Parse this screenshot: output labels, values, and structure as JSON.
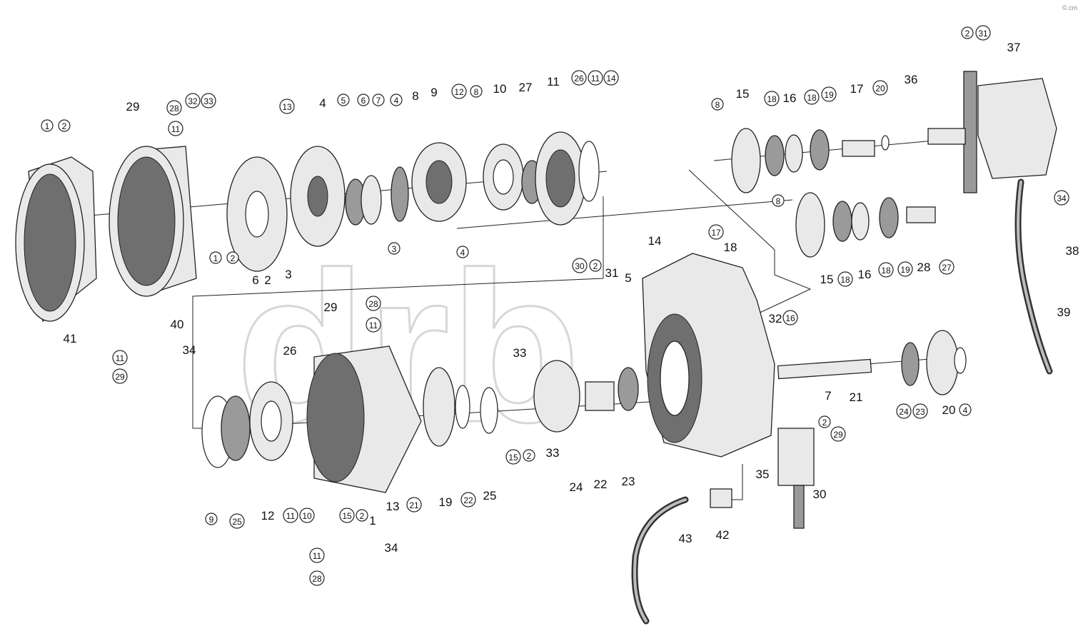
{
  "watermark": {
    "text": "drb",
    "corner_text": "©.cm"
  },
  "parts": {
    "p1": {
      "label": "41"
    },
    "p2": {
      "label": "40"
    },
    "p3": {
      "label": "37"
    },
    "p4": {
      "label": "14"
    },
    "p5": {
      "label": "7"
    },
    "p6": {
      "label": "39"
    },
    "p7": {
      "label": "43"
    }
  },
  "labels": [
    {
      "id": "l_41",
      "text": "41",
      "circled": false
    },
    {
      "id": "l_40",
      "text": "40",
      "circled": false
    },
    {
      "id": "l_29a",
      "text": "29",
      "circled": false
    },
    {
      "id": "l_28a",
      "text": "28",
      "circled": true
    },
    {
      "id": "l_11a",
      "text": "11",
      "circled": true
    },
    {
      "id": "l_32a",
      "text": "32",
      "circled": true
    },
    {
      "id": "l_33a",
      "text": "33",
      "circled": true
    },
    {
      "id": "l_1a",
      "text": "1",
      "circled": true
    },
    {
      "id": "l_2a",
      "text": "2",
      "circled": true
    },
    {
      "id": "l_13a",
      "text": "13",
      "circled": true
    },
    {
      "id": "l_4a",
      "text": "4",
      "circled": false
    },
    {
      "id": "l_5a",
      "text": "5",
      "circled": true
    },
    {
      "id": "l_6a",
      "text": "6",
      "circled": true
    },
    {
      "id": "l_7a",
      "text": "7",
      "circled": true
    },
    {
      "id": "l_4b",
      "text": "4",
      "circled": true
    },
    {
      "id": "l_8a",
      "text": "8",
      "circled": false
    },
    {
      "id": "l_9a",
      "text": "9",
      "circled": false
    },
    {
      "id": "l_12a",
      "text": "12",
      "circled": true
    },
    {
      "id": "l_8b",
      "text": "8",
      "circled": true
    },
    {
      "id": "l_10a",
      "text": "10",
      "circled": false
    },
    {
      "id": "l_27a",
      "text": "27",
      "circled": false
    },
    {
      "id": "l_11b",
      "text": "11",
      "circled": false
    },
    {
      "id": "l_26a",
      "text": "26",
      "circled": true
    },
    {
      "id": "l_11c",
      "text": "11",
      "circled": true
    },
    {
      "id": "l_14a",
      "text": "14",
      "circled": true
    },
    {
      "id": "l_1b",
      "text": "1",
      "circled": true
    },
    {
      "id": "l_2b",
      "text": "2",
      "circled": true
    },
    {
      "id": "l_6b",
      "text": "6",
      "circled": false
    },
    {
      "id": "l_2c",
      "text": "2",
      "circled": false
    },
    {
      "id": "l_3a",
      "text": "3",
      "circled": false
    },
    {
      "id": "l_3b",
      "text": "3",
      "circled": true
    },
    {
      "id": "l_4c",
      "text": "4",
      "circled": true
    },
    {
      "id": "l_8c",
      "text": "8",
      "circled": true
    },
    {
      "id": "l_15a",
      "text": "15",
      "circled": false
    },
    {
      "id": "l_18a",
      "text": "18",
      "circled": true
    },
    {
      "id": "l_16a",
      "text": "16",
      "circled": false
    },
    {
      "id": "l_18b",
      "text": "18",
      "circled": true
    },
    {
      "id": "l_19a",
      "text": "19",
      "circled": true
    },
    {
      "id": "l_17a",
      "text": "17",
      "circled": false
    },
    {
      "id": "l_20a",
      "text": "20",
      "circled": true
    },
    {
      "id": "l_36a",
      "text": "36",
      "circled": false
    },
    {
      "id": "l_2d",
      "text": "2",
      "circled": true
    },
    {
      "id": "l_31a",
      "text": "31",
      "circled": true
    },
    {
      "id": "l_37a",
      "text": "37",
      "circled": false
    },
    {
      "id": "l_34a",
      "text": "34",
      "circled": true
    },
    {
      "id": "l_38a",
      "text": "38",
      "circled": false
    },
    {
      "id": "l_39a",
      "text": "39",
      "circled": false
    },
    {
      "id": "l_8d",
      "text": "8",
      "circled": true
    },
    {
      "id": "l_15b",
      "text": "15",
      "circled": false
    },
    {
      "id": "l_18c",
      "text": "18",
      "circled": true
    },
    {
      "id": "l_16b",
      "text": "16",
      "circled": false
    },
    {
      "id": "l_18d",
      "text": "18",
      "circled": true
    },
    {
      "id": "l_19b",
      "text": "19",
      "circled": true
    },
    {
      "id": "l_28b",
      "text": "28",
      "circled": false
    },
    {
      "id": "l_27b",
      "text": "27",
      "circled": true
    },
    {
      "id": "l_17b",
      "text": "17",
      "circled": true
    },
    {
      "id": "l_18e",
      "text": "18",
      "circled": false
    },
    {
      "id": "l_14b",
      "text": "14",
      "circled": false
    },
    {
      "id": "l_30a",
      "text": "30",
      "circled": true
    },
    {
      "id": "l_2e",
      "text": "2",
      "circled": true
    },
    {
      "id": "l_31b",
      "text": "31",
      "circled": false
    },
    {
      "id": "l_5b",
      "text": "5",
      "circled": false
    },
    {
      "id": "l_32b",
      "text": "32",
      "circled": false
    },
    {
      "id": "l_16c",
      "text": "16",
      "circled": true
    },
    {
      "id": "l_29b",
      "text": "29",
      "circled": false
    },
    {
      "id": "l_28c",
      "text": "28",
      "circled": true
    },
    {
      "id": "l_11d",
      "text": "11",
      "circled": true
    },
    {
      "id": "l_34b",
      "text": "34",
      "circled": false
    },
    {
      "id": "l_11e",
      "text": "11",
      "circled": true
    },
    {
      "id": "l_29c",
      "text": "29",
      "circled": true
    },
    {
      "id": "l_26b",
      "text": "26",
      "circled": false
    },
    {
      "id": "l_33b",
      "text": "33",
      "circled": false
    },
    {
      "id": "l_7b",
      "text": "7",
      "circled": false
    },
    {
      "id": "l_21a",
      "text": "21",
      "circled": false
    },
    {
      "id": "l_24a",
      "text": "24",
      "circled": true
    },
    {
      "id": "l_23a",
      "text": "23",
      "circled": true
    },
    {
      "id": "l_20b",
      "text": "20",
      "circled": false
    },
    {
      "id": "l_4d",
      "text": "4",
      "circled": true
    },
    {
      "id": "l_2f",
      "text": "2",
      "circled": true
    },
    {
      "id": "l_29d",
      "text": "29",
      "circled": true
    },
    {
      "id": "l_15c",
      "text": "15",
      "circled": true
    },
    {
      "id": "l_2g",
      "text": "2",
      "circled": true
    },
    {
      "id": "l_33c",
      "text": "33",
      "circled": false
    },
    {
      "id": "l_35a",
      "text": "35",
      "circled": false
    },
    {
      "id": "l_30b",
      "text": "30",
      "circled": false
    },
    {
      "id": "l_24b",
      "text": "24",
      "circled": false
    },
    {
      "id": "l_22a",
      "text": "22",
      "circled": false
    },
    {
      "id": "l_23b",
      "text": "23",
      "circled": false
    },
    {
      "id": "l_9b",
      "text": "9",
      "circled": true
    },
    {
      "id": "l_25a",
      "text": "25",
      "circled": true
    },
    {
      "id": "l_12b",
      "text": "12",
      "circled": false
    },
    {
      "id": "l_11f",
      "text": "11",
      "circled": true
    },
    {
      "id": "l_10b",
      "text": "10",
      "circled": true
    },
    {
      "id": "l_15d",
      "text": "15",
      "circled": true
    },
    {
      "id": "l_2h",
      "text": "2",
      "circled": true
    },
    {
      "id": "l_1c",
      "text": "1",
      "circled": false
    },
    {
      "id": "l_13b",
      "text": "13",
      "circled": false
    },
    {
      "id": "l_21b",
      "text": "21",
      "circled": true
    },
    {
      "id": "l_19c",
      "text": "19",
      "circled": false
    },
    {
      "id": "l_22b",
      "text": "22",
      "circled": true
    },
    {
      "id": "l_25b",
      "text": "25",
      "circled": false
    },
    {
      "id": "l_43a",
      "text": "43",
      "circled": false
    },
    {
      "id": "l_42a",
      "text": "42",
      "circled": false
    },
    {
      "id": "l_34c",
      "text": "34",
      "circled": false
    },
    {
      "id": "l_11g",
      "text": "11",
      "circled": true
    },
    {
      "id": "l_28d",
      "text": "28",
      "circled": true
    }
  ]
}
